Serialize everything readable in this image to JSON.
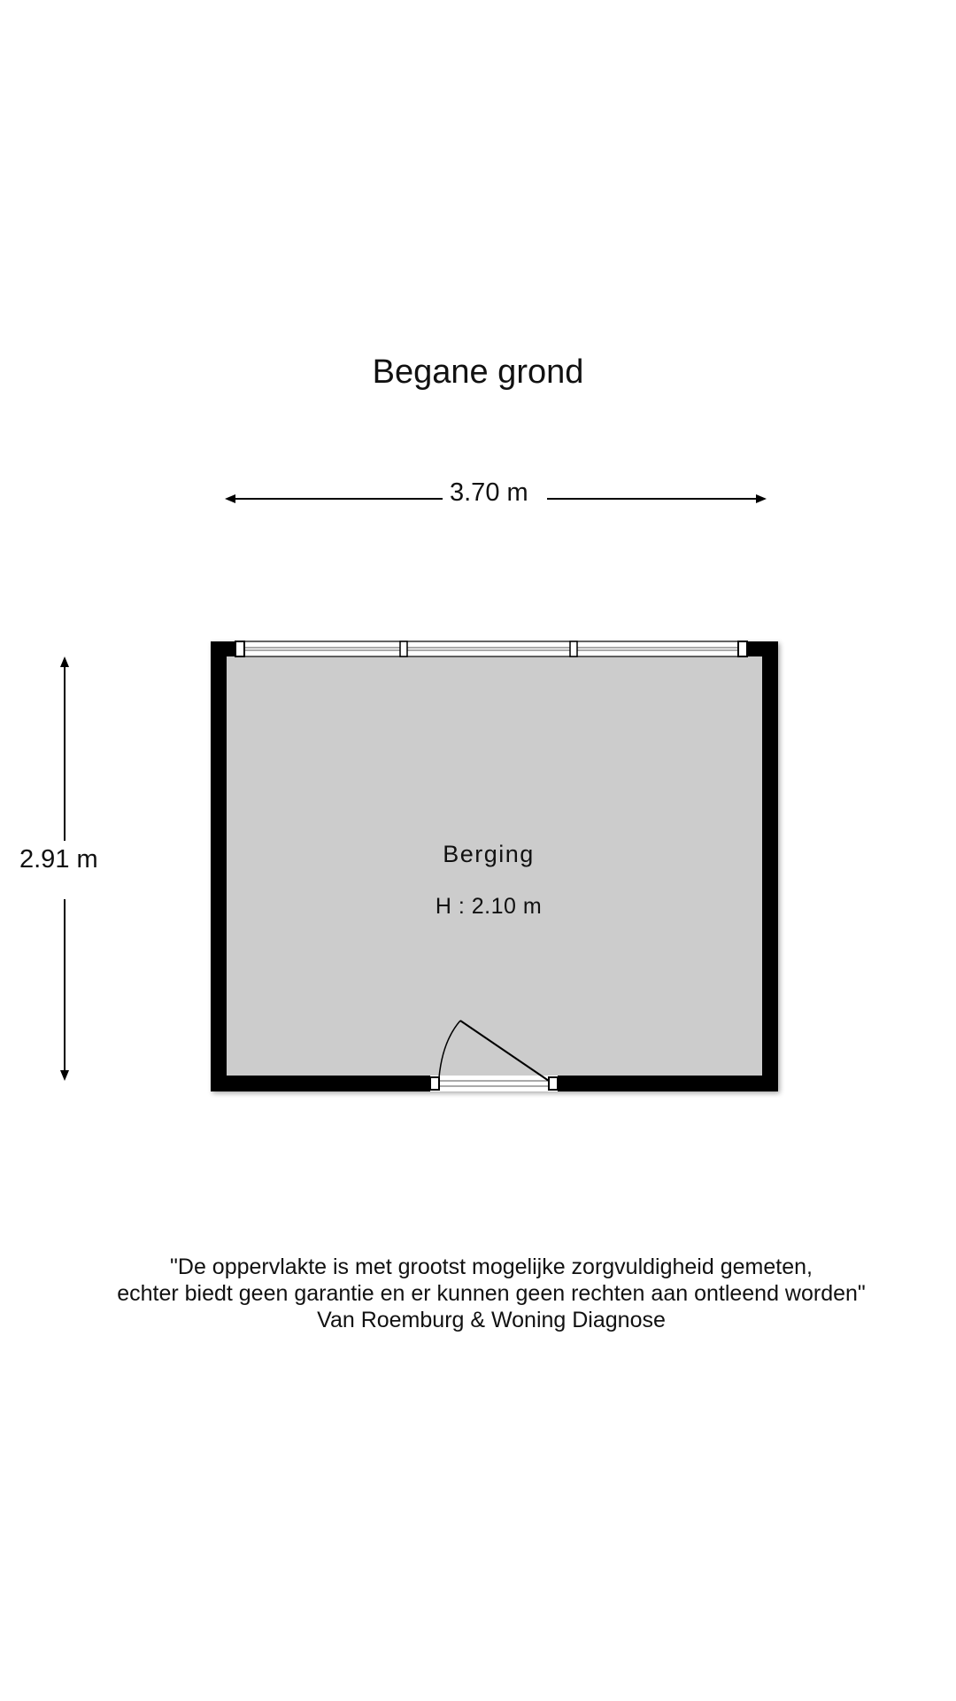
{
  "floor": {
    "title": "Begane grond"
  },
  "dimensions": {
    "width_label": "3.70 m",
    "height_label": "2.91 m"
  },
  "room": {
    "name": "Berging",
    "height_label": "H : 2.10 m"
  },
  "disclaimer": {
    "line1": "\"De oppervlakte is met grootst mogelijke zorgvuldigheid gemeten,",
    "line2": "echter biedt geen garantie en er kunnen geen rechten aan ontleend worden\"",
    "line3": "Van Roemburg & Woning Diagnose"
  },
  "colors": {
    "wall": "#000000",
    "floor_fill": "#cccccc",
    "window_frame": "#333333",
    "background": "#ffffff"
  }
}
